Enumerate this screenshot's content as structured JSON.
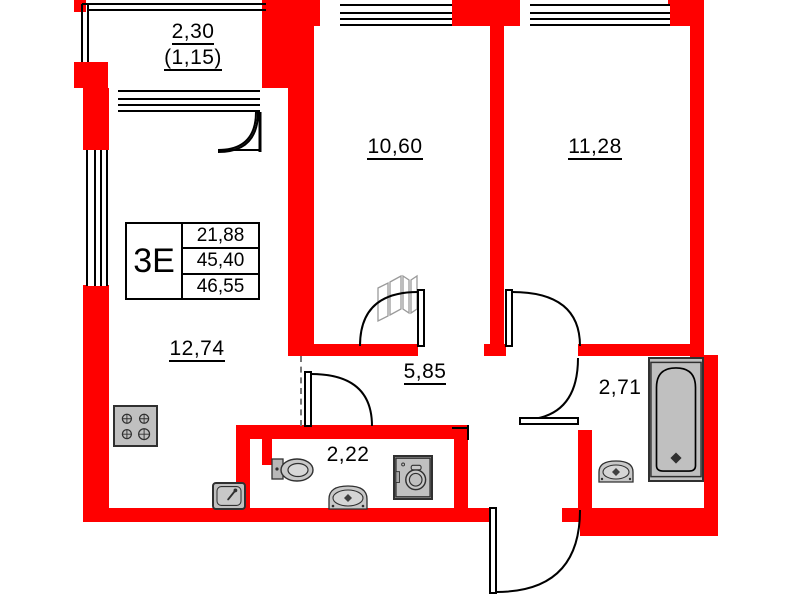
{
  "plan": {
    "type": "apartment-floor-plan",
    "unit_code": "3Е",
    "areas_box": {
      "living_area": "21,88",
      "area_without_balcony": "45,40",
      "total_area": "46,55"
    },
    "rooms": [
      {
        "name": "balcony",
        "area": "2,30",
        "area_coefficient": "(1,15)"
      },
      {
        "name": "bedroom-left",
        "area": "10,60"
      },
      {
        "name": "bedroom-right",
        "area": "11,28"
      },
      {
        "name": "kitchen-living",
        "area": "12,74"
      },
      {
        "name": "hall",
        "area": "5,85"
      },
      {
        "name": "bathroom",
        "area": "2,71"
      },
      {
        "name": "wc",
        "area": "2,22"
      }
    ],
    "fixtures": [
      {
        "name": "stove-icon"
      },
      {
        "name": "kitchen-sink-icon"
      },
      {
        "name": "toilet-icon"
      },
      {
        "name": "wc-sink-icon"
      },
      {
        "name": "washing-machine-icon"
      },
      {
        "name": "bathtub-icon"
      },
      {
        "name": "bathroom-sink-icon"
      },
      {
        "name": "sliding-door-icon"
      }
    ],
    "colors": {
      "wall": "#ff0000",
      "background": "#ffffff",
      "line": "#000000",
      "fixture_fill": "#c0c0c0"
    }
  }
}
